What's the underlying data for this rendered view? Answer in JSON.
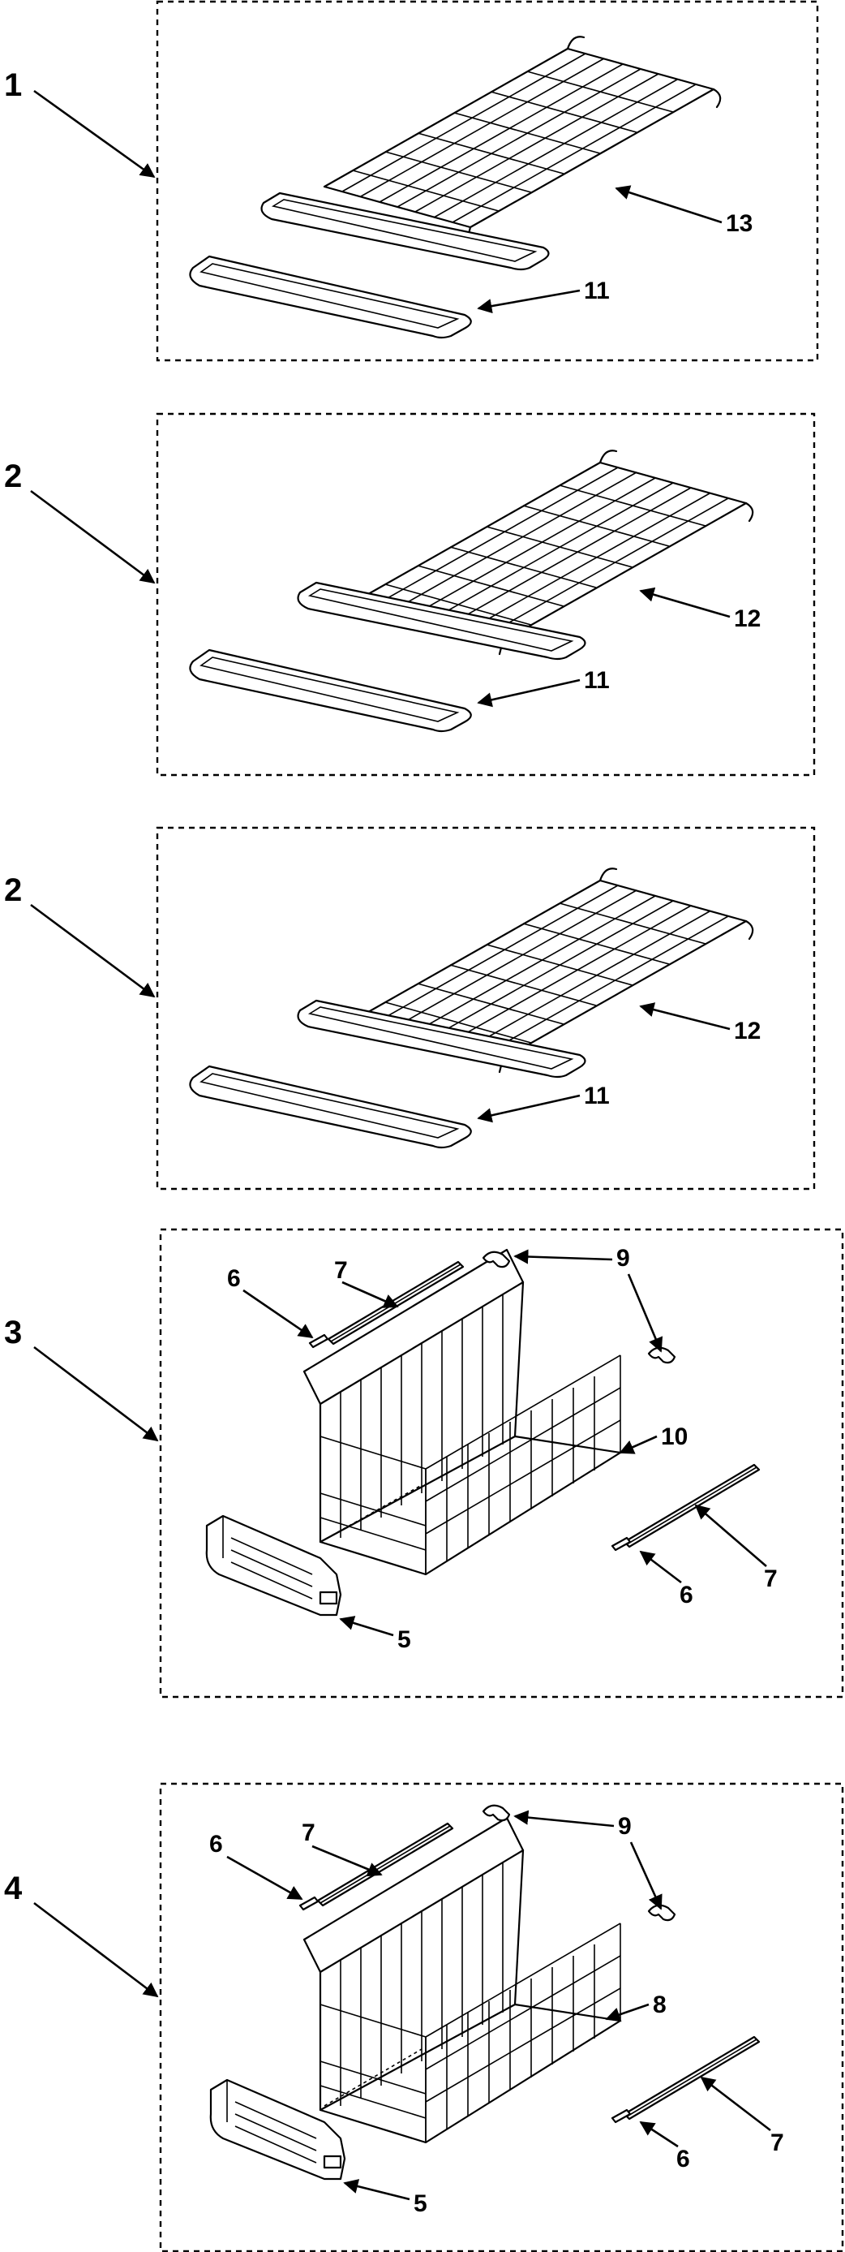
{
  "figure": "Freezer shelf and basket assemblies – exploded parts view",
  "groups": [
    {
      "id": "1",
      "parts": [
        "13",
        "11"
      ]
    },
    {
      "id": "2",
      "parts": [
        "12",
        "11"
      ]
    },
    {
      "id": "2",
      "parts": [
        "12",
        "11"
      ]
    },
    {
      "id": "3",
      "parts": [
        "6",
        "7",
        "9",
        "10",
        "6",
        "7",
        "5"
      ]
    },
    {
      "id": "4",
      "parts": [
        "6",
        "7",
        "9",
        "8",
        "6",
        "7",
        "5"
      ]
    }
  ],
  "colors": {
    "line": "#000000",
    "background": "#ffffff"
  }
}
